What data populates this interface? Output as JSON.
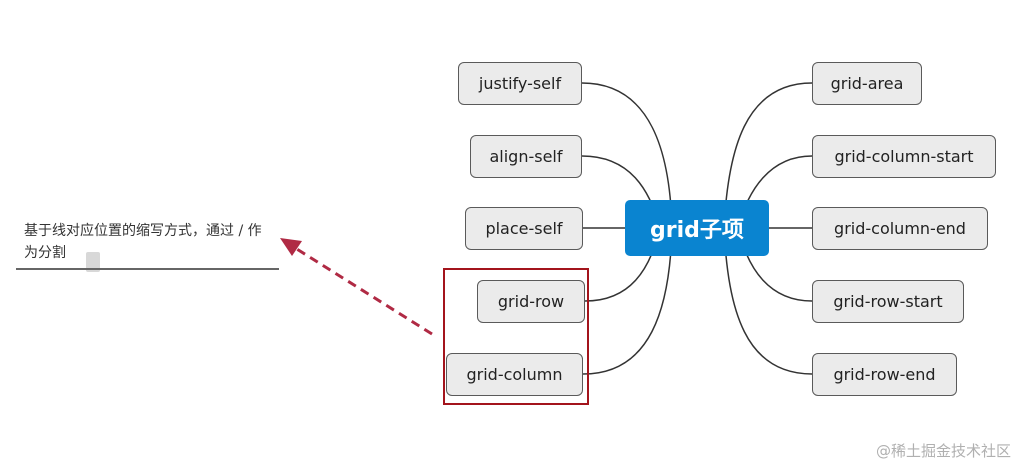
{
  "center_label": "grid子项",
  "left_nodes": [
    "justify-self",
    "align-self",
    "place-self",
    "grid-row",
    "grid-column"
  ],
  "right_nodes": [
    "grid-area",
    "grid-column-start",
    "grid-column-end",
    "grid-row-start",
    "grid-row-end"
  ],
  "note_text": "基于线对应位置的缩写方式，通过 / 作为分割",
  "watermark": "@稀土掘金技术社区",
  "colors": {
    "center_fill": "#0a84d0",
    "node_fill": "#ebebeb",
    "node_border": "#5a5a5a",
    "highlight": "#a3141c",
    "arrow": "#b02a44"
  }
}
